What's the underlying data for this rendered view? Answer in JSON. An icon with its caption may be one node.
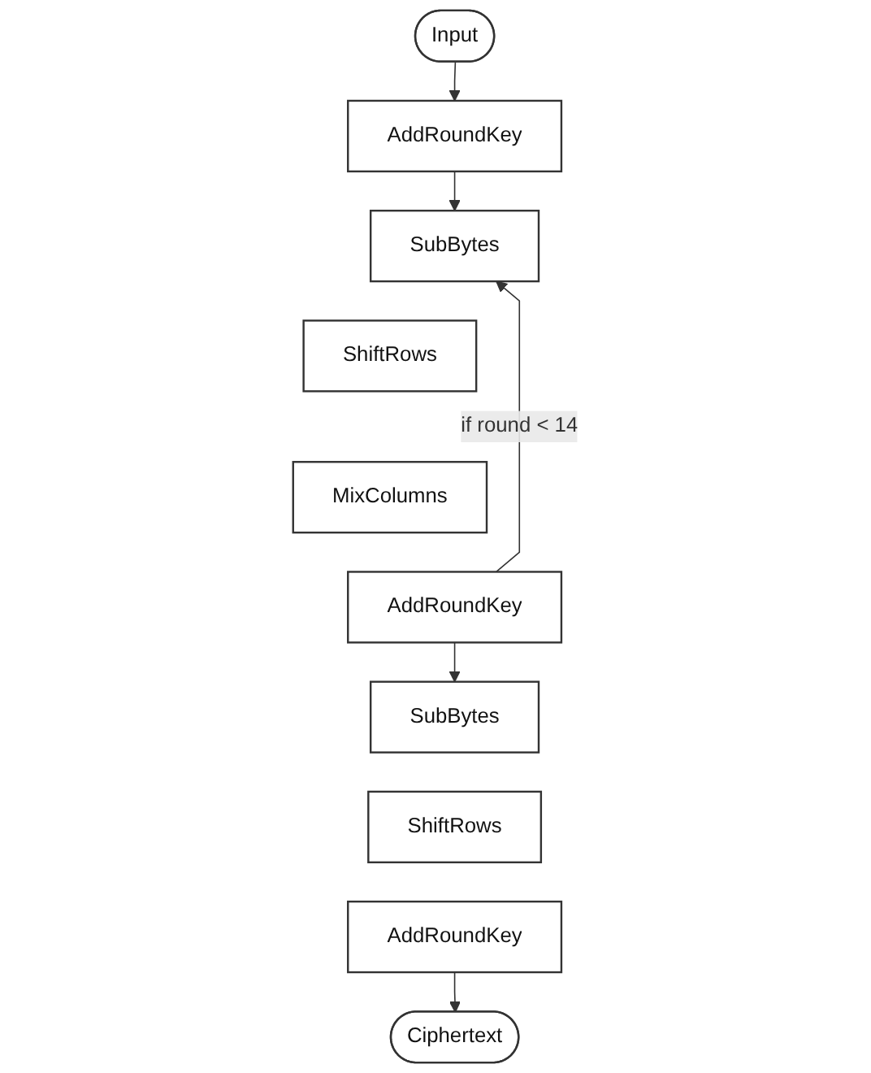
{
  "diagram": {
    "nodes": [
      {
        "text": [
          "Input"
        ]
      },
      {
        "text": [
          "AddRoundKey"
        ]
      },
      {
        "text": [
          "SubBytes"
        ]
      },
      {
        "text": [
          "ShiftRows"
        ]
      },
      {
        "text": [
          "MixColumns"
        ]
      },
      {
        "text": [
          "AddRoundKey"
        ]
      },
      {
        "text": [
          "SubBytes"
        ]
      },
      {
        "text": [
          "ShiftRows"
        ]
      },
      {
        "text": [
          "AddRoundKey"
        ]
      },
      {
        "text": [
          "Ciphertext"
        ]
      }
    ],
    "edges": [
      {
        "from": 0,
        "to": 1,
        "arrow": "to"
      },
      {
        "from": 1,
        "to": 2,
        "arrow": "to"
      },
      {
        "from": 5,
        "to": 2,
        "arrow": "to",
        "label": "if round < 14"
      },
      {
        "from": 5,
        "to": 6,
        "arrow": "to"
      },
      {
        "from": 8,
        "to": 9,
        "arrow": "to"
      }
    ]
  }
}
